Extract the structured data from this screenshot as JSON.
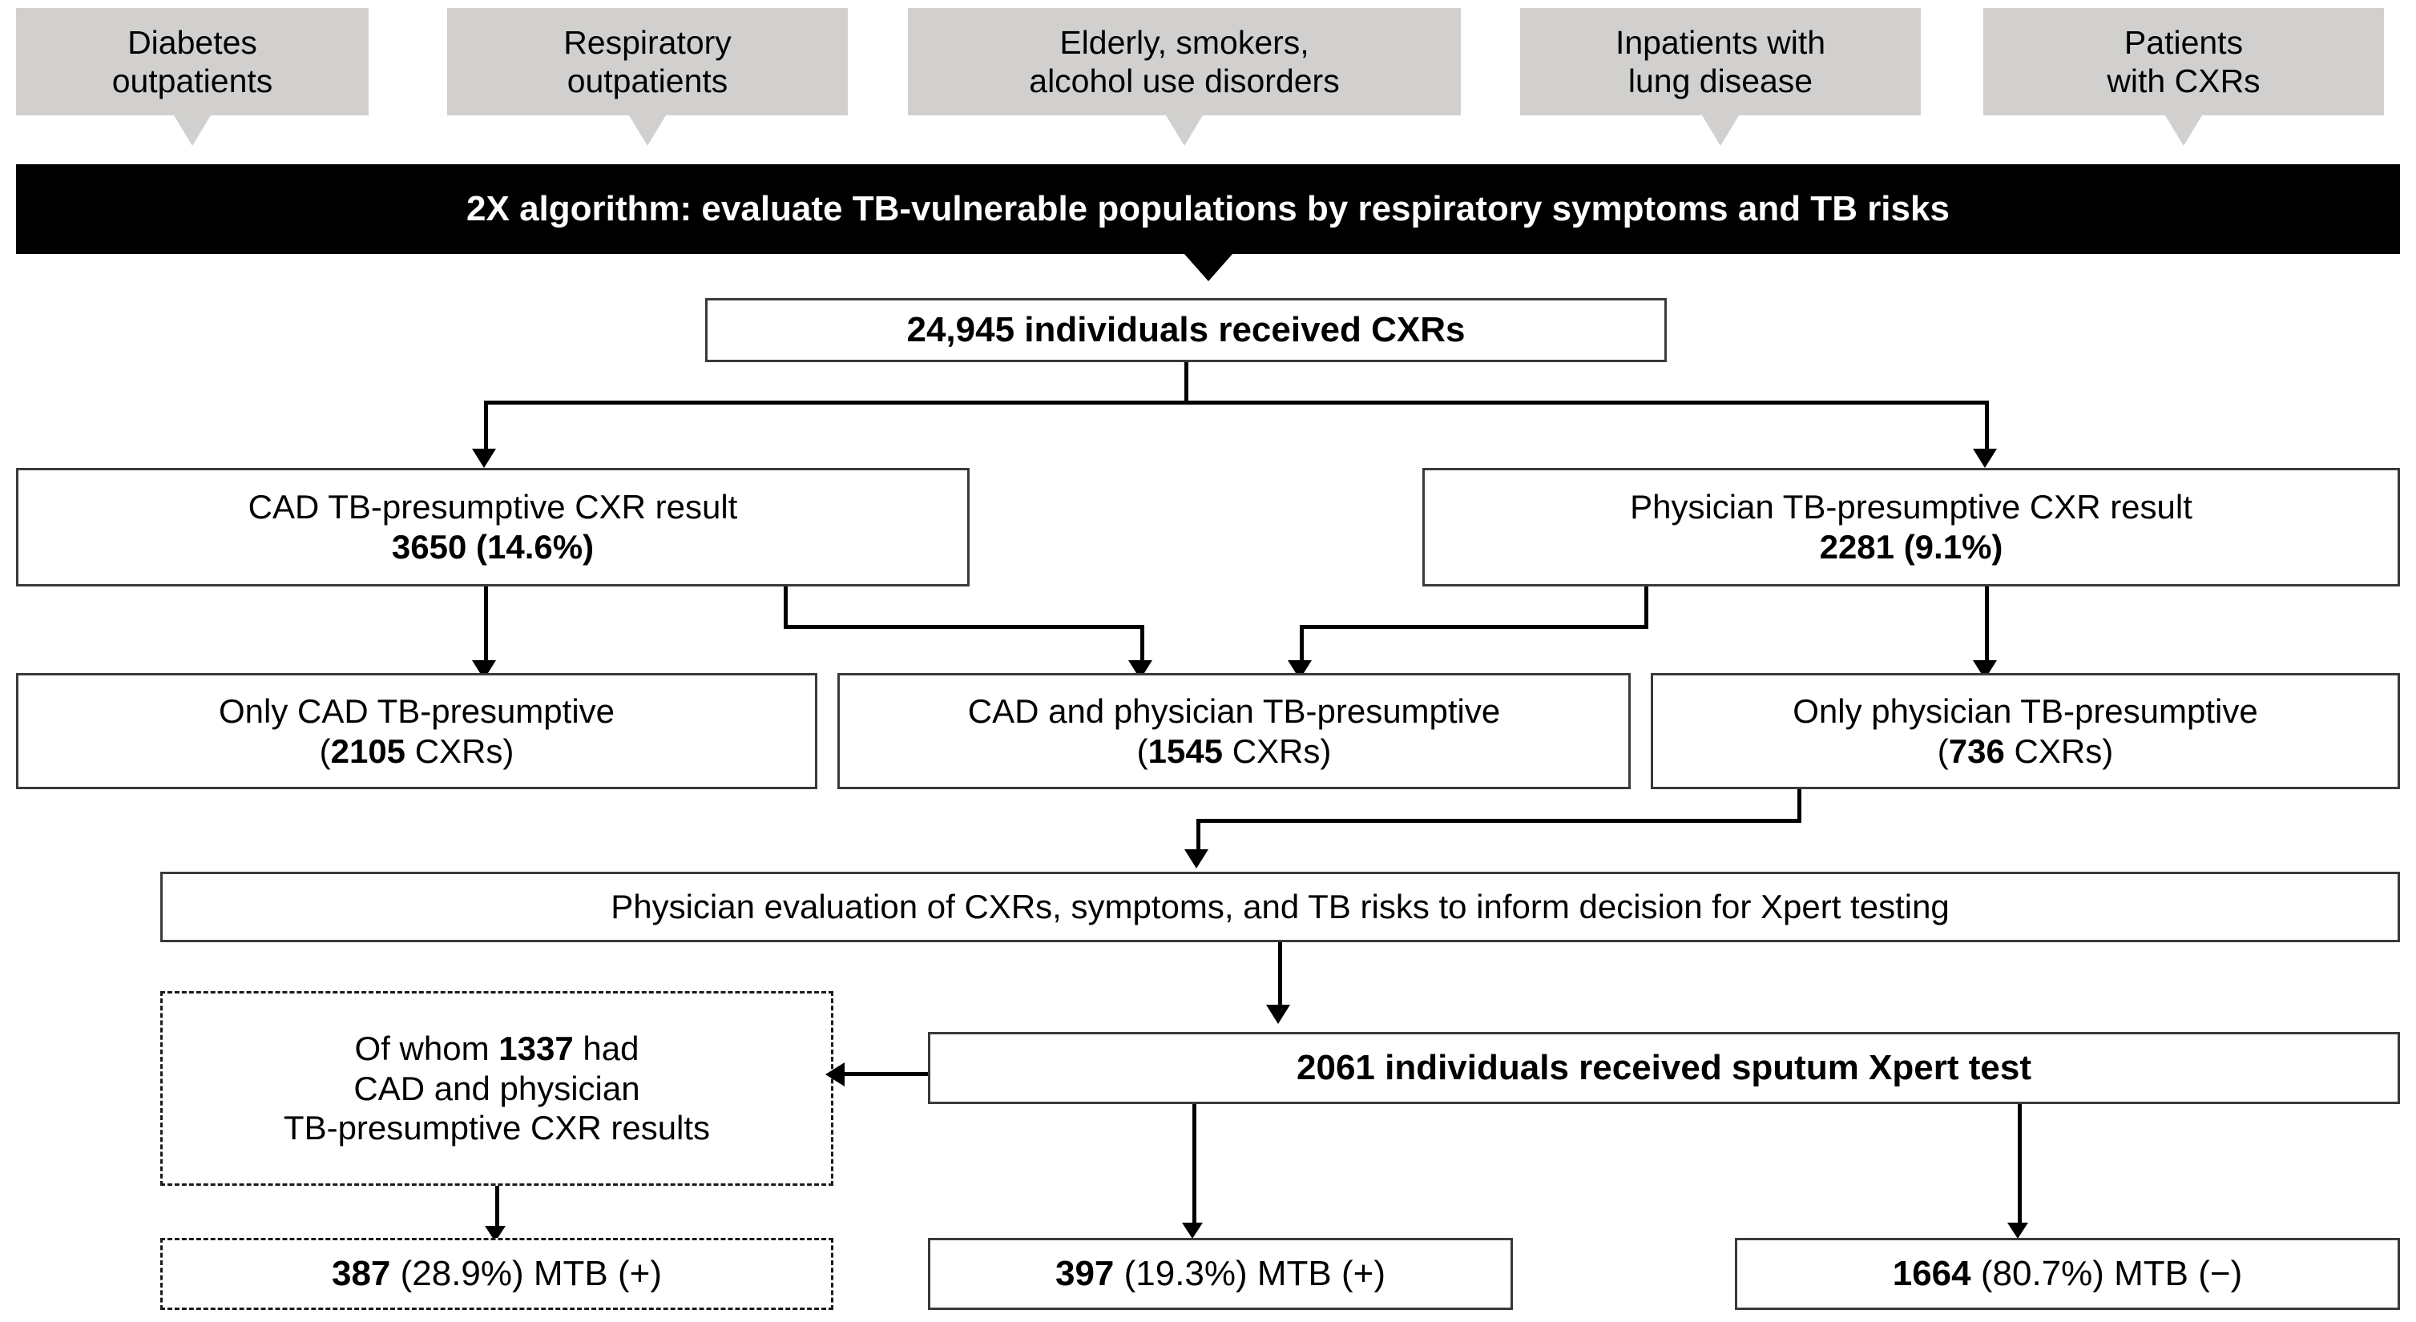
{
  "figure": {
    "title": "TB screening algorithm flow diagram",
    "colors": {
      "source_box_fill": "#d1d0ce",
      "banner_fill": "#000000",
      "banner_text": "#ffffff",
      "box_border": "#3a3a3a",
      "connector": "#000000",
      "page_background": "#ffffff"
    }
  },
  "source_boxes": [
    {
      "line1": "Diabetes",
      "line2": "outpatients"
    },
    {
      "line1": "Respiratory",
      "line2": "outpatients"
    },
    {
      "line1": "Elderly, smokers,",
      "line2": "alcohol use disorders"
    },
    {
      "line1": "Inpatients with",
      "line2": "lung disease"
    },
    {
      "line1": "Patients",
      "line2": "with CXRs"
    }
  ],
  "banner": {
    "text": "2X algorithm: evaluate TB-vulnerable populations by respiratory symptoms and TB risks"
  },
  "cxr_box": {
    "text": "24,945 individuals received CXRs"
  },
  "result_boxes": [
    {
      "label": "CAD TB-presumptive CXR result",
      "value": "3650 (14.6%)"
    },
    {
      "label": "Physician TB-presumptive CXR result",
      "value": "2281 (9.1%)"
    }
  ],
  "overlap_boxes": [
    {
      "label": "Only CAD TB-presumptive",
      "open_paren": "(",
      "count": "2105",
      "suffix": " CXRs)"
    },
    {
      "label": "CAD and physician TB-presumptive",
      "open_paren": "(",
      "count": "1545",
      "suffix": " CXRs)"
    },
    {
      "label": "Only physician TB-presumptive",
      "open_paren": "(",
      "count": "736",
      "suffix": " CXRs)"
    }
  ],
  "evaluation_box": {
    "text": "Physician evaluation of CXRs, symptoms, and TB risks to inform decision for Xpert testing"
  },
  "subset_box": {
    "line1_pre": "Of whom ",
    "line1_count": "1337",
    "line1_post": " had",
    "line2": "CAD and physician",
    "line3": "TB-presumptive CXR results"
  },
  "xpert_box": {
    "text": "2061 individuals received sputum Xpert test"
  },
  "outcome_boxes": [
    {
      "count": "387",
      "rest": " (28.9%) MTB (+)",
      "style": "dashed"
    },
    {
      "count": "397",
      "rest": " (19.3%) MTB (+)",
      "style": "solid"
    },
    {
      "count": "1664",
      "rest": " (80.7%) MTB (−)",
      "style": "solid"
    }
  ],
  "chart_data": {
    "type": "table",
    "title": "2X algorithm TB screening cascade",
    "nodes": [
      {
        "id": "source-1",
        "label": "Diabetes outpatients",
        "level": 0
      },
      {
        "id": "source-2",
        "label": "Respiratory outpatients",
        "level": 0
      },
      {
        "id": "source-3",
        "label": "Elderly, smokers, alcohol use disorders",
        "level": 0
      },
      {
        "id": "source-4",
        "label": "Inpatients with lung disease",
        "level": 0
      },
      {
        "id": "source-5",
        "label": "Patients with CXRs",
        "level": 0
      },
      {
        "id": "banner",
        "label": "2X algorithm: evaluate TB-vulnerable populations by respiratory symptoms and TB risks",
        "level": 1
      },
      {
        "id": "cxr",
        "label": "24,945 individuals received CXRs",
        "value": 24945,
        "level": 2
      },
      {
        "id": "cad",
        "label": "CAD TB-presumptive CXR result",
        "value": 3650,
        "percent": 14.6,
        "level": 3
      },
      {
        "id": "physician",
        "label": "Physician TB-presumptive CXR result",
        "value": 2281,
        "percent": 9.1,
        "level": 3
      },
      {
        "id": "only-cad",
        "label": "Only CAD TB-presumptive",
        "value": 2105,
        "level": 4
      },
      {
        "id": "both",
        "label": "CAD and physician TB-presumptive",
        "value": 1545,
        "level": 4
      },
      {
        "id": "only-physician",
        "label": "Only physician TB-presumptive",
        "value": 736,
        "level": 4
      },
      {
        "id": "evaluation",
        "label": "Physician evaluation of CXRs, symptoms, and TB risks to inform decision for Xpert testing",
        "level": 5
      },
      {
        "id": "xpert",
        "label": "2061 individuals received sputum Xpert test",
        "value": 2061,
        "level": 6
      },
      {
        "id": "subset",
        "label": "Of whom 1337 had CAD and physician TB-presumptive CXR results",
        "value": 1337,
        "level": 6
      },
      {
        "id": "mtb-pos-subset",
        "label": "387 (28.9%) MTB (+)",
        "value": 387,
        "percent": 28.9,
        "level": 7
      },
      {
        "id": "mtb-pos",
        "label": "397 (19.3%) MTB (+)",
        "value": 397,
        "percent": 19.3,
        "level": 7
      },
      {
        "id": "mtb-neg",
        "label": "1664 (80.7%) MTB (−)",
        "value": 1664,
        "percent": 80.7,
        "level": 7
      }
    ],
    "edges": [
      {
        "from": "source-1",
        "to": "banner"
      },
      {
        "from": "source-2",
        "to": "banner"
      },
      {
        "from": "source-3",
        "to": "banner"
      },
      {
        "from": "source-4",
        "to": "banner"
      },
      {
        "from": "source-5",
        "to": "banner"
      },
      {
        "from": "banner",
        "to": "cxr"
      },
      {
        "from": "cxr",
        "to": "cad"
      },
      {
        "from": "cxr",
        "to": "physician"
      },
      {
        "from": "cad",
        "to": "only-cad"
      },
      {
        "from": "cad",
        "to": "both"
      },
      {
        "from": "physician",
        "to": "both"
      },
      {
        "from": "physician",
        "to": "only-physician"
      },
      {
        "from": "only-physician",
        "to": "evaluation"
      },
      {
        "from": "evaluation",
        "to": "xpert"
      },
      {
        "from": "xpert",
        "to": "subset"
      },
      {
        "from": "subset",
        "to": "mtb-pos-subset"
      },
      {
        "from": "xpert",
        "to": "mtb-pos"
      },
      {
        "from": "xpert",
        "to": "mtb-neg"
      }
    ]
  }
}
